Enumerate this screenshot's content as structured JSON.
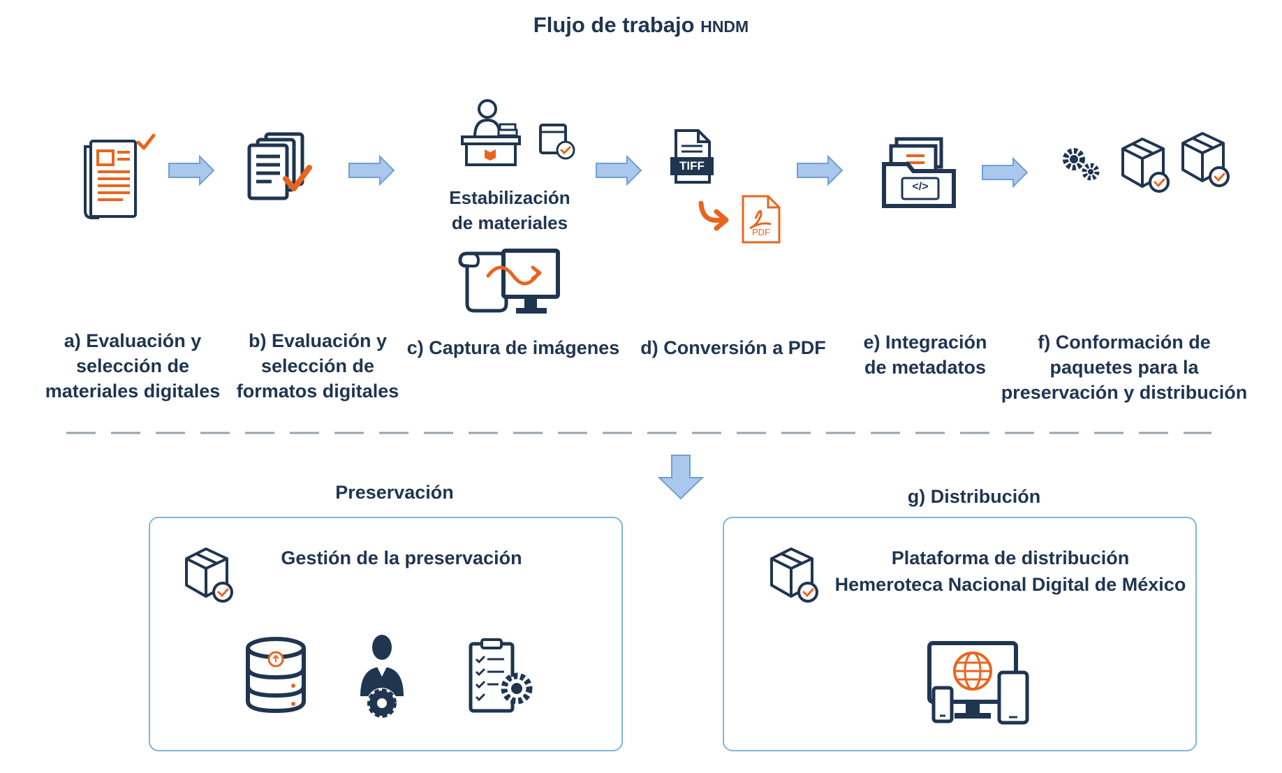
{
  "diagram": {
    "title_main": "Flujo de trabajo",
    "title_tag": "HNDM",
    "steps": [
      {
        "lines": [
          "a) Evaluación y",
          "selección de",
          "materiales digitales"
        ],
        "icon": "newspaper-check-icon"
      },
      {
        "lines": [
          "b) Evaluación y",
          "selección de",
          "formatos digitales"
        ],
        "icon": "documents-check-icon"
      },
      {
        "lines": [
          "c) Captura de imágenes"
        ],
        "icon": "scanner-monitor-icon"
      },
      {
        "lines": [
          "d) Conversión a PDF"
        ],
        "icon": "tiff-to-pdf-icon"
      },
      {
        "lines": [
          "e) Integración",
          "de metadatos"
        ],
        "icon": "folder-code-icon"
      },
      {
        "lines": [
          "f) Conformación de",
          "paquetes para la",
          "preservación y distribución"
        ],
        "icon": "gears-packages-icon"
      }
    ],
    "stabilization": {
      "lines": [
        "Estabilización",
        "de materiales"
      ],
      "icon": "librarian-desk-icon"
    },
    "preservation": {
      "section_title": "Preservación",
      "panel_title": "Gestión de la preservación",
      "icons": [
        "package-check-icon",
        "cloud-database-icon",
        "user-gear-icon",
        "checklist-gear-icon"
      ]
    },
    "distribution": {
      "section_title": "g) Distribución",
      "panel_lines": [
        "Plataforma de distribución",
        "Hemeroteca Nacional Digital de México"
      ],
      "icons": [
        "package-check-icon",
        "devices-globe-icon"
      ]
    },
    "icon_labels": {
      "tiff": "TIFF",
      "pdf": "PDF",
      "code": "</>"
    },
    "colors": {
      "navy": "#1f3550",
      "orange": "#e8651e",
      "arrow_fill": "#a9c8ec",
      "arrow_stroke": "#6f9fd6",
      "panel_border": "#7fb6d8",
      "divider": "#9aa3ad"
    }
  }
}
